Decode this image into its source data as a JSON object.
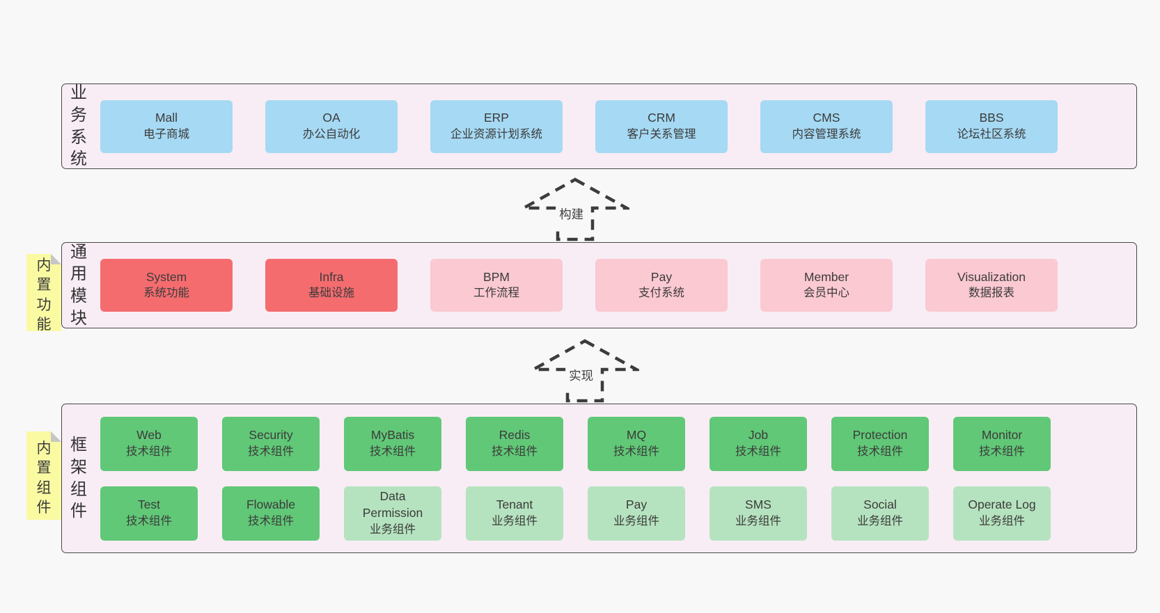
{
  "colors": {
    "blue": "#a6d9f3",
    "red": "#f56c6f",
    "pink": "#fbc9d2",
    "green_dark": "#61c877",
    "green_light": "#b6e3bf",
    "band_bg": "#f8edf5",
    "sticky_yellow": "#fafaa3",
    "page_bg": "#f8f8f8"
  },
  "arrows": [
    {
      "label": "构建"
    },
    {
      "label": "实现"
    }
  ],
  "stickies": [
    {
      "label": "内置功能"
    },
    {
      "label": "内置组件"
    }
  ],
  "bands": [
    {
      "label": "业务系统",
      "rows": [
        [
          {
            "title": "Mall",
            "subtitle": "电子商城",
            "variant": "blue"
          },
          {
            "title": "OA",
            "subtitle": "办公自动化",
            "variant": "blue"
          },
          {
            "title": "ERP",
            "subtitle": "企业资源计划系统",
            "variant": "blue"
          },
          {
            "title": "CRM",
            "subtitle": "客户关系管理",
            "variant": "blue"
          },
          {
            "title": "CMS",
            "subtitle": "内容管理系统",
            "variant": "blue"
          },
          {
            "title": "BBS",
            "subtitle": "论坛社区系统",
            "variant": "blue"
          }
        ]
      ]
    },
    {
      "label": "通用模块",
      "rows": [
        [
          {
            "title": "System",
            "subtitle": "系统功能",
            "variant": "red"
          },
          {
            "title": "Infra",
            "subtitle": "基础设施",
            "variant": "red"
          },
          {
            "title": "BPM",
            "subtitle": "工作流程",
            "variant": "pink"
          },
          {
            "title": "Pay",
            "subtitle": "支付系统",
            "variant": "pink"
          },
          {
            "title": "Member",
            "subtitle": "会员中心",
            "variant": "pink"
          },
          {
            "title": "Visualization",
            "subtitle": "数据报表",
            "variant": "pink"
          }
        ]
      ]
    },
    {
      "label": "框架组件",
      "rows": [
        [
          {
            "title": "Web",
            "subtitle": "技术组件",
            "variant": "green_dark"
          },
          {
            "title": "Security",
            "subtitle": "技术组件",
            "variant": "green_dark"
          },
          {
            "title": "MyBatis",
            "subtitle": "技术组件",
            "variant": "green_dark"
          },
          {
            "title": "Redis",
            "subtitle": "技术组件",
            "variant": "green_dark"
          },
          {
            "title": "MQ",
            "subtitle": "技术组件",
            "variant": "green_dark"
          },
          {
            "title": "Job",
            "subtitle": "技术组件",
            "variant": "green_dark"
          },
          {
            "title": "Protection",
            "subtitle": "技术组件",
            "variant": "green_dark"
          },
          {
            "title": "Monitor",
            "subtitle": "技术组件",
            "variant": "green_dark"
          }
        ],
        [
          {
            "title": "Test",
            "subtitle": "技术组件",
            "variant": "green_dark"
          },
          {
            "title": "Flowable",
            "subtitle": "技术组件",
            "variant": "green_dark"
          },
          {
            "title": "Data Permission",
            "subtitle": "业务组件",
            "variant": "green_light"
          },
          {
            "title": "Tenant",
            "subtitle": "业务组件",
            "variant": "green_light"
          },
          {
            "title": "Pay",
            "subtitle": "业务组件",
            "variant": "green_light"
          },
          {
            "title": "SMS",
            "subtitle": "业务组件",
            "variant": "green_light"
          },
          {
            "title": "Social",
            "subtitle": "业务组件",
            "variant": "green_light"
          },
          {
            "title": "Operate Log",
            "subtitle": "业务组件",
            "variant": "green_light"
          }
        ]
      ]
    }
  ]
}
